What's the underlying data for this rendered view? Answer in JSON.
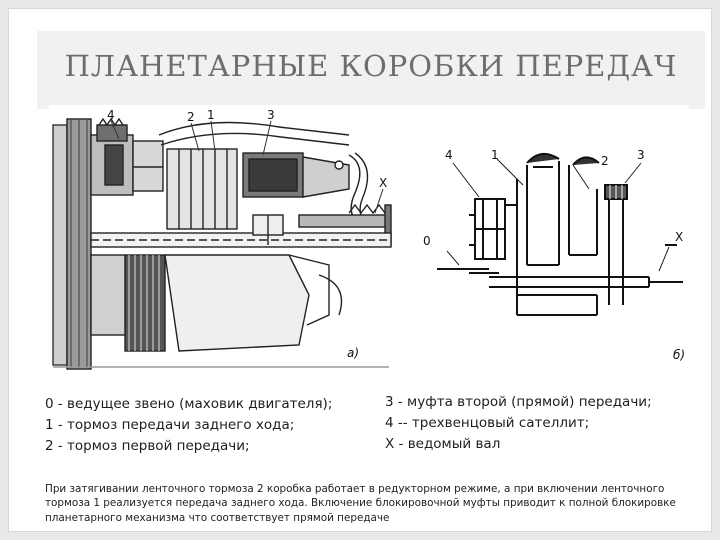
{
  "slide": {
    "title": "ПЛАНЕТАРНЫЕ КОРОБКИ ПЕРЕДАЧ"
  },
  "figure": {
    "left_panel": {
      "label": "а)",
      "part_labels": [
        "4",
        "2",
        "1",
        "3",
        "X"
      ]
    },
    "right_panel": {
      "label": "б)",
      "part_labels": [
        "4",
        "1",
        "2",
        "3",
        "0",
        "X"
      ]
    }
  },
  "legend": {
    "left": [
      "0  - ведущее звено (маховик двигателя);",
      "1  - тормоз передачи заднего хода;",
      "2 - тормоз первой передачи;"
    ],
    "right": [
      "3 - муфта второй (прямой) передачи;",
      "4 -- трехвенцовый сателлит;",
      "X   - ведомый вал"
    ]
  },
  "note": "При затягивании ленточного тормоза 2 коробка работает в редукторном режиме, а при включении ленточного тормоза 1 реализуется передача заднего хода. Включение блокировочной муфты приводит к полной блокировке планетарного механизма что соответствует прямой передаче"
}
